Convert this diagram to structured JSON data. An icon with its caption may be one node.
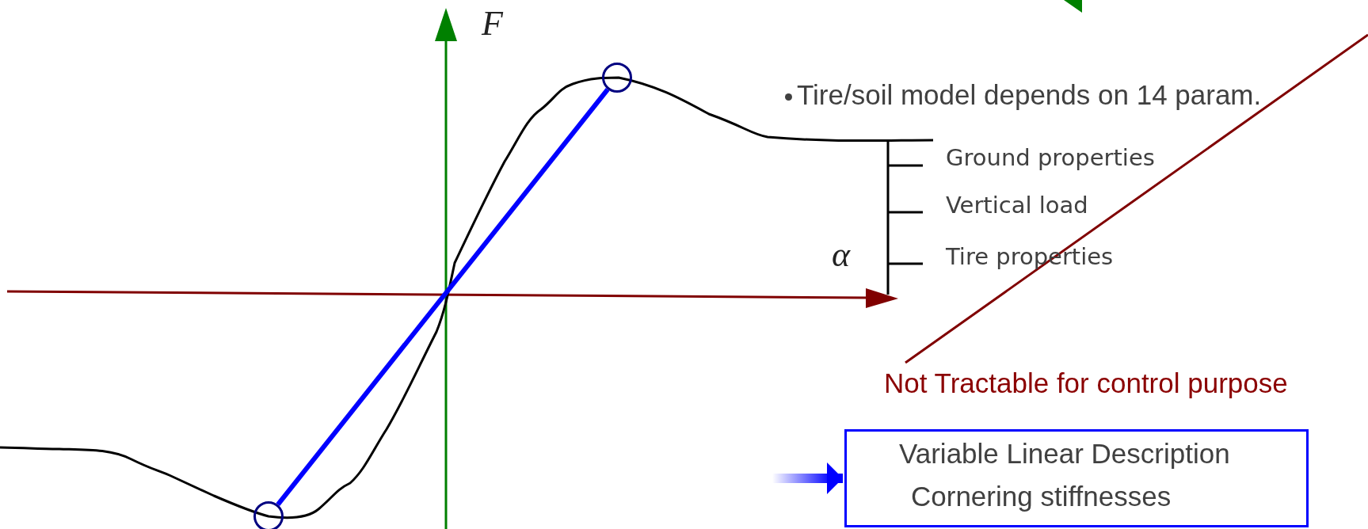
{
  "diagram": {
    "nodes": [
      {
        "text": [
          "Variable Linear Description",
          "Cornering stiffnesses"
        ]
      },
      {
        "text": [],
        "shape": "circle"
      },
      {
        "text": [],
        "shape": "circle"
      }
    ],
    "edges": [
      {
        "from": null,
        "to": 0,
        "arrow": "to"
      },
      {
        "from": 2,
        "to": 1,
        "arrow": "none",
        "color": "#0000ff"
      }
    ],
    "labels": [
      "F",
      "α",
      "Tire/soil model depends on 14 param.",
      "Ground properties",
      "Vertical load",
      "Tire properties",
      "Not Tractable for control purpose"
    ]
  }
}
